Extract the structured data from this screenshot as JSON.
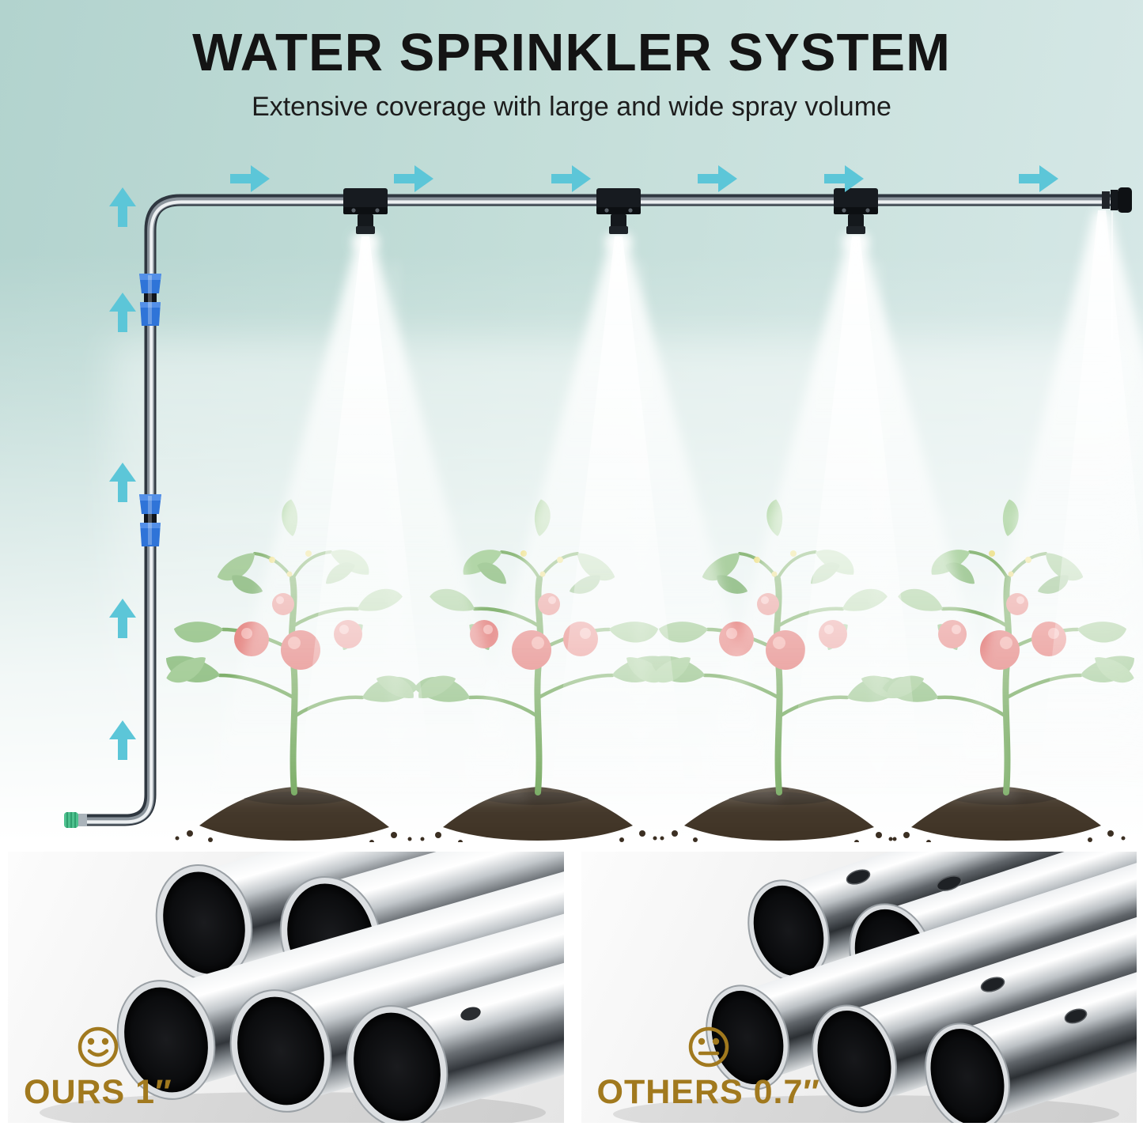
{
  "header": {
    "title": "WATER SPRINKLER SYSTEM",
    "subtitle": "Extensive coverage with large and wide spray volume"
  },
  "diagram": {
    "description": "Sprinkler pipe with misting nozzles spraying over tomato plants",
    "right_flow_arrows": 6,
    "up_flow_arrows": 5,
    "mist_nozzles": 3,
    "tomato_plants": 4
  },
  "comparison": {
    "ours": {
      "icon": "smiley-face-icon",
      "label": "OURS 1″"
    },
    "others": {
      "icon": "neutral-face-icon",
      "label": "OTHERS 0.7″"
    }
  },
  "theme": {
    "bg_top": "#b2d3ce",
    "arrow_cyan": "#5cc6d8",
    "pipe_dark": "#2f3740",
    "fitting_blue": "#2f74d8",
    "fitting_green": "#4ec18e",
    "accent_gold": "#a1791e"
  }
}
